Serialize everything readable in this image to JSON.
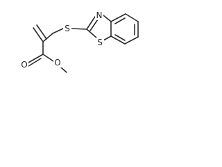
{
  "molecule": {
    "atoms": {
      "sulfur_thioether": "S",
      "nitrogen_ring": "N",
      "sulfur_ring": "S",
      "oxygen_carbonyl": "O",
      "oxygen_ester": "O"
    }
  }
}
